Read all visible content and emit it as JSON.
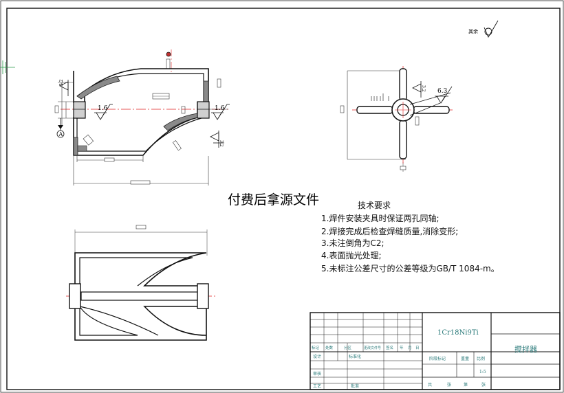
{
  "colors": {
    "outline": "#111111",
    "hatch": "#555555",
    "center_line": "#e02020",
    "dim_line": "#333333",
    "title_text": "#2a7a7a"
  },
  "watermark": "付费后拿源文件",
  "roughness": {
    "symbol": "其余",
    "left_port": "1.6",
    "right_port": "1.6",
    "lower_right": "3.2",
    "upper_left": "3.2",
    "side_top_a": "3.2",
    "side_top_b": "6.3"
  },
  "datum": "A",
  "tech": {
    "title": "技术要求",
    "items": [
      "1.焊件安装夹具时保证两孔同轴;",
      "2.焊接完成后检查焊缝质量,消除变形;",
      "3.未注倒角为C2;",
      "4.表面抛光处理;",
      "5.未标注公差尺寸的公差等级为GB/T 1084-m。"
    ]
  },
  "title_block": {
    "material": "1Cr18Ni9Ti",
    "part_name": "搅拌器",
    "scale": "1:5",
    "headers": [
      "标记",
      "处数",
      "分区",
      "更改文件号",
      "签名",
      "年",
      "月",
      "日"
    ],
    "rows": [
      "设计",
      "标准化",
      "审核",
      "工艺",
      "批准"
    ],
    "mid_labels": [
      "阶段标记",
      "重量",
      "比例"
    ],
    "bottom": [
      "共",
      "张",
      "第",
      "张"
    ]
  }
}
